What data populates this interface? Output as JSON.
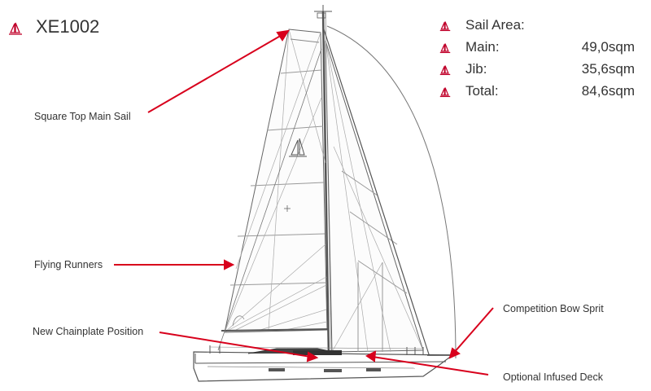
{
  "header": {
    "title": "XE1002",
    "logo_icon": "xyacht-sail-logo-icon"
  },
  "specs": {
    "heading": "Sail Area:",
    "rows": [
      {
        "label": "Main:",
        "value": "49,0sqm"
      },
      {
        "label": "Jib:",
        "value": "35,6sqm"
      },
      {
        "label": "Total:",
        "value": "84,6sqm"
      }
    ],
    "bullet_icon": "sail-bullet-icon"
  },
  "callouts": {
    "square_top": "Square  Top Main Sail",
    "flying_runners": "Flying Runners",
    "chainplate": "New Chainplate Position",
    "bow_sprit": "Competition Bow Sprit",
    "infused_deck": "Optional Infused Deck"
  },
  "colors": {
    "accent": "#c0002a",
    "arrow": "#d8001c",
    "line": "#6b6b6b"
  }
}
